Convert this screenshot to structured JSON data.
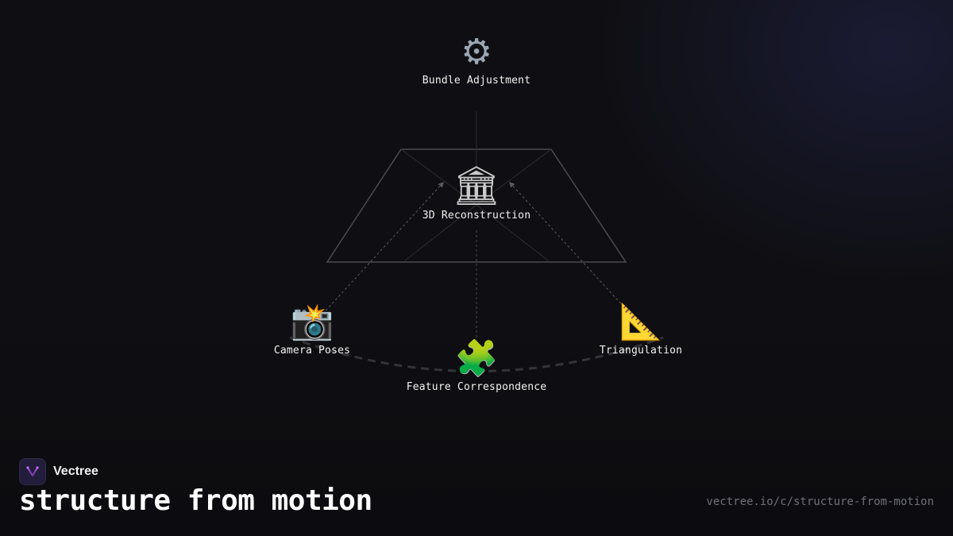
{
  "nodes": {
    "bundle_adjustment": {
      "label": "Bundle Adjustment",
      "icon": "gear-icon",
      "glyph": "⚙"
    },
    "reconstruction_3d": {
      "label": "3D Reconstruction",
      "icon": "classical-building-icon",
      "glyph": "🏛"
    },
    "camera_poses": {
      "label": "Camera Poses",
      "icon": "camera-flash-icon",
      "glyph": "📸"
    },
    "feature_correspondence": {
      "label": "Feature Correspondence",
      "icon": "puzzle-piece-icon",
      "glyph": "🧩"
    },
    "triangulation": {
      "label": "Triangulation",
      "icon": "triangular-ruler-icon",
      "glyph": "📐"
    }
  },
  "brand": {
    "name": "Vectree",
    "logo_icon": "vectree-logo-icon"
  },
  "title": "structure from motion",
  "url": "vectree.io/c/structure-from-motion",
  "colors": {
    "background": "#0f0f13",
    "line": "#4a4a50",
    "dashed": "#5a5a60",
    "text": "#f2f2f2",
    "muted": "#6f6f78",
    "logo_accent": "#a64ddb"
  }
}
